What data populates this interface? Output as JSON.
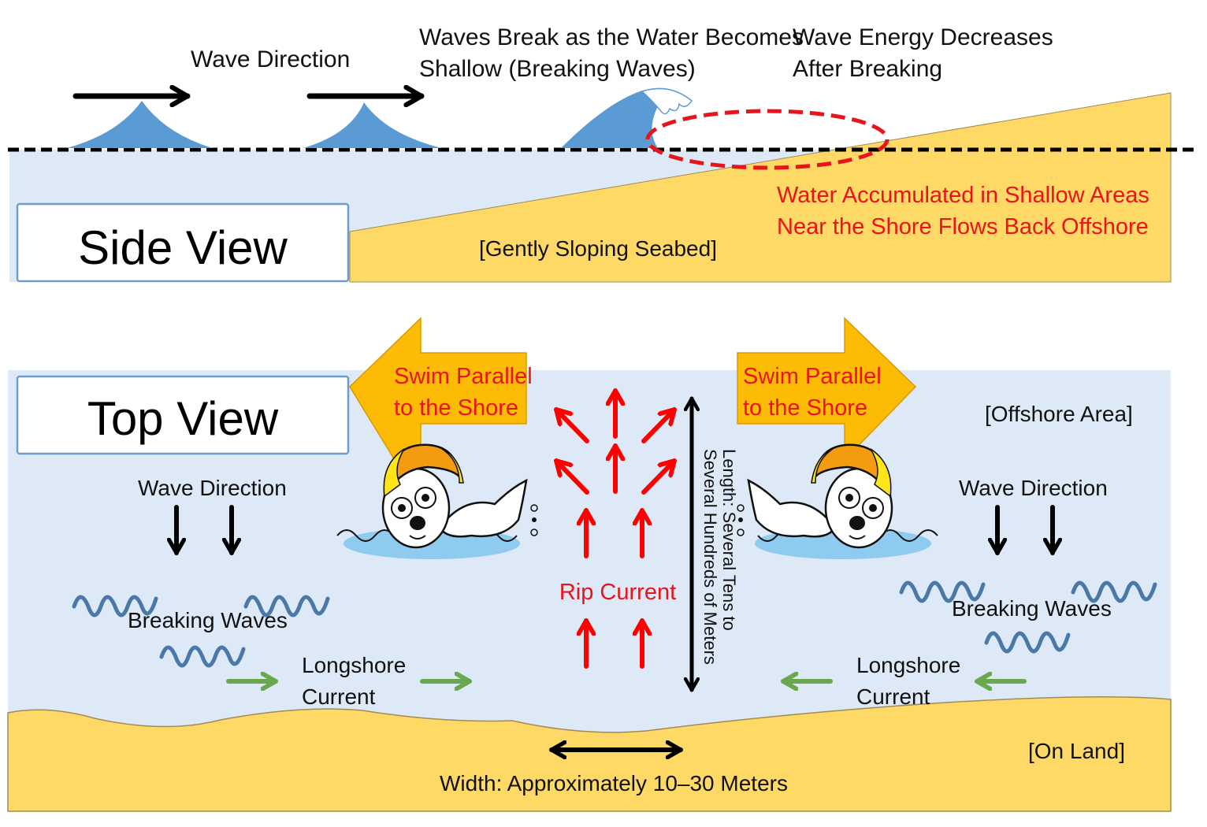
{
  "colors": {
    "water_light": "#dde9f6",
    "wave_blue": "#5b9bd5",
    "sand": "#ffd966",
    "sand_edge": "#a08a55",
    "arrow_orange": "#fcbc05",
    "red": "#ff0000",
    "red_text": "#e8141b",
    "green_arrow": "#6aa84f",
    "breaking_wave": "#4a78a8",
    "box_border": "#6d9dc8"
  },
  "side_view": {
    "title": "Side View",
    "wave_direction_label": "Wave Direction",
    "breaking_label_line1": "Waves Break as the Water Becomes",
    "breaking_label_line2": "Shallow (Breaking Waves)",
    "energy_label_line1": "Wave Energy Decreases",
    "energy_label_line2": "After Breaking",
    "backflow_label_line1": "Water Accumulated in Shallow Areas",
    "backflow_label_line2": "Near the Shore Flows Back Offshore",
    "seabed_label": "[Gently Sloping Seabed]"
  },
  "top_view": {
    "title": "Top View",
    "swim_left_line1": "Swim Parallel",
    "swim_left_line2": "to the Shore",
    "swim_right_line1": "Swim Parallel",
    "swim_right_line2": "to the Shore",
    "offshore_label": "[Offshore Area]",
    "on_land_label": "[On Land]",
    "wave_direction_left": "Wave Direction",
    "wave_direction_right": "Wave Direction",
    "breaking_waves_left": "Breaking Waves",
    "breaking_waves_right": "Breaking Waves",
    "longshore_left_line1": "Longshore",
    "longshore_left_line2": "Current",
    "longshore_right_line1": "Longshore",
    "longshore_right_line2": "Current",
    "rip_current_label": "Rip Current",
    "length_label_line1": "Length: Several Tens to",
    "length_label_line2": "Several Hundreds of Meters",
    "width_label": "Width: Approximately 10–30 Meters"
  },
  "icons": {
    "swimmer": "swimmer-seal-icon",
    "wave_crest": "wave-crest-icon",
    "breaking_wave": "breaking-wave-icon"
  }
}
